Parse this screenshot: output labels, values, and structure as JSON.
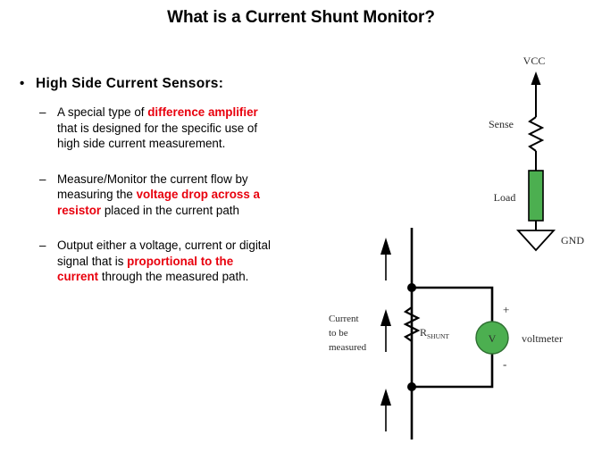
{
  "slide": {
    "title": "What is a Current Shunt Monitor?",
    "accent_red": "#E8000D",
    "green": "#4CAF50",
    "background": "#FFFFFF"
  },
  "bullets": {
    "heading": "High Side Current Sensors:",
    "bullet_glyph": "•",
    "dash_glyph": "–",
    "items": [
      {
        "line1_plain": "A special type of ",
        "line1_highlight": "difference amplifier",
        "line2": "that is designed for the specific use of",
        "line3": "high side current measurement."
      },
      {
        "line1_plain": "Measure/Monitor the current flow by",
        "line2_plain": "measuring the ",
        "line2_highlight": "voltage drop across a",
        "line3_highlight": "resistor",
        "line3_plain": " placed in the current path"
      },
      {
        "line1_plain": "Output either a voltage, current or digital",
        "line2_plain": "signal that is ",
        "line2_highlight": "proportional to the",
        "line3_highlight": "current",
        "line3_plain": " through the measured path."
      }
    ]
  },
  "circuit": {
    "upper": {
      "vcc_label": "VCC",
      "sense_label": "Sense",
      "load_label": "Load",
      "gnd_label": "GND"
    },
    "lower": {
      "current_label_line1": "Current",
      "current_label_line2": "to be",
      "current_label_line3": "measured",
      "shunt_label_main": "R",
      "shunt_label_sub": "SHUNT",
      "meter_symbol": "V",
      "meter_label": "voltmeter",
      "plus_sign": "+",
      "minus_sign": "-"
    }
  }
}
